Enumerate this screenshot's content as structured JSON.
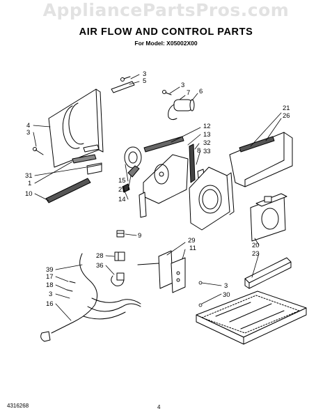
{
  "watermark": "AppliancePartsPros.com",
  "title": "AIR FLOW AND CONTROL PARTS",
  "subtitle": "For Model: X05002X00",
  "footer": {
    "code": "4316268",
    "page": "4"
  },
  "callouts": {
    "c3a": "3",
    "c5": "5",
    "c3b": "3",
    "c7": "7",
    "c6": "6",
    "c4": "4",
    "c3c": "3",
    "c21a": "21",
    "c26": "26",
    "c12": "12",
    "c13": "13",
    "c32": "32",
    "c33": "33",
    "c8": "8",
    "c31": "31",
    "c1": "1",
    "c10": "10",
    "c15": "15",
    "c21b": "21",
    "c14": "14",
    "c9": "9",
    "c29": "29",
    "c11": "11",
    "c28": "28",
    "c36": "36",
    "c20": "20",
    "c23": "23",
    "c39": "39",
    "c17": "17",
    "c18": "18",
    "c3d": "3",
    "c16": "16",
    "c3e": "3",
    "c30": "30"
  }
}
